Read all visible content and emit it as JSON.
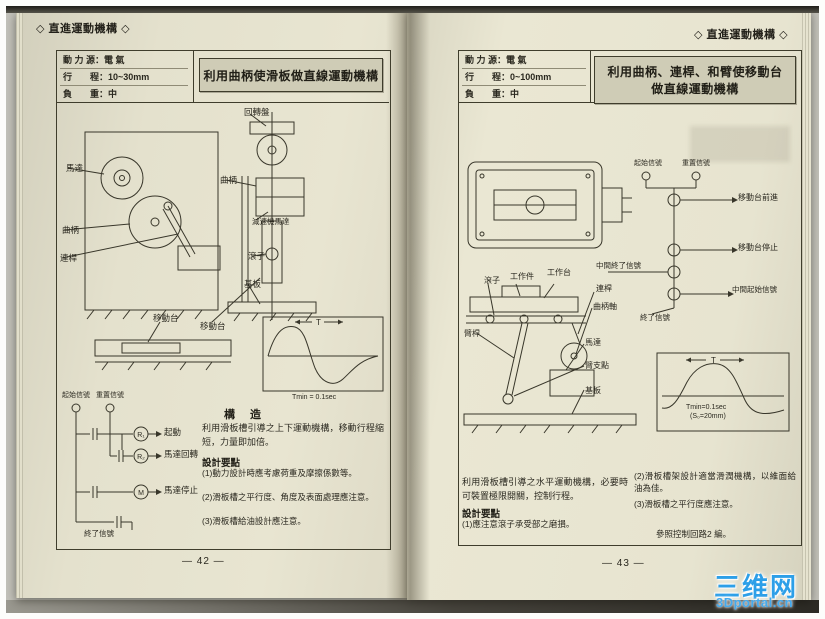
{
  "colors": {
    "accent_blue": "#2d9fe8",
    "paper": "#e7e4d0",
    "ink": "#2b2920"
  },
  "watermark": {
    "title": "三维网",
    "subtitle": "3Dportal.cn"
  },
  "left_page": {
    "header": "◇ 直進運動機構 ◇",
    "spec_rows": [
      "動 力 源：電 氣",
      "行　　程：10~30mm",
      "負　　重：中"
    ],
    "title": "利用曲柄使滑板做直線運動機構",
    "diagram_labels": {
      "rotary_disc": "回轉盤",
      "motor": "馬達",
      "crank": "曲柄",
      "rod": "連桿",
      "slide_table": "移動台",
      "crank2": "曲柄",
      "gear_motor": "減速機馬達",
      "roller": "滾子",
      "base_plate": "基板",
      "slide_table2": "移動台"
    },
    "wave": {
      "axis_label": "T",
      "caption": "Tmin = 0.1sec"
    },
    "ladder": {
      "start_label": "起始信號",
      "reset_label": "重置信號",
      "output1": "起動",
      "output2": "馬達回轉",
      "output3": "馬達停止",
      "end_label": "終了信號",
      "coil1": "R₁",
      "coil2": "R₂",
      "coil3": "M"
    },
    "construction_heading": "構　造",
    "construction_body": "利用滑板槽引導之上下運動機構，移動行程縮短，力量即加倍。",
    "design_heading": "設計要點",
    "design_points": [
      "(1)動力設計時應考慮荷重及摩擦係數等。",
      "(2)滑板槽之平行度、角度及表面處理應注意。",
      "(3)滑板槽給油設計應注意。"
    ],
    "page_number": "— 42 —"
  },
  "right_page": {
    "header": "◇ 直進運動機構 ◇",
    "spec_rows": [
      "動 力 源：電 氣",
      "行　　程：0~100mm",
      "負　　重：中"
    ],
    "title_line1": "利用曲柄、連桿、和臂使移動台",
    "title_line2": "做直線運動機構",
    "signals": {
      "start_label": "起始信號",
      "reset_label": "重置信號",
      "step1": "移動台前進",
      "step2": "移動台停止",
      "mid_end": "中間終了信號",
      "mid_start": "中間起始信號",
      "end_label": "終了信號"
    },
    "diagram_labels": {
      "roller": "滾子",
      "work_piece": "工作件",
      "work_table": "工作台",
      "rod": "連桿",
      "crank_shaft": "曲柄軸",
      "arm": "臂桿",
      "motor": "馬達",
      "arm_pivot": "臂支點",
      "base_plate": "基板"
    },
    "wave": {
      "axis_label": "T",
      "caption": "Tmin=0.1sec",
      "caption2": "(S₀=20mm)"
    },
    "body_text": "利用滑板槽引導之水平運動機構，必要時可裝置極限開關，控制行程。",
    "design_heading": "設計要點",
    "design_points": [
      "(1)應注意滾子承受部之磨損。",
      "(2)滑板槽架設計適當滑潤機構，以維面給油為佳。",
      "(3)滑板槽之平行度應注意。"
    ],
    "note": "參照控制回路2 編。",
    "page_number": "— 43 —"
  }
}
